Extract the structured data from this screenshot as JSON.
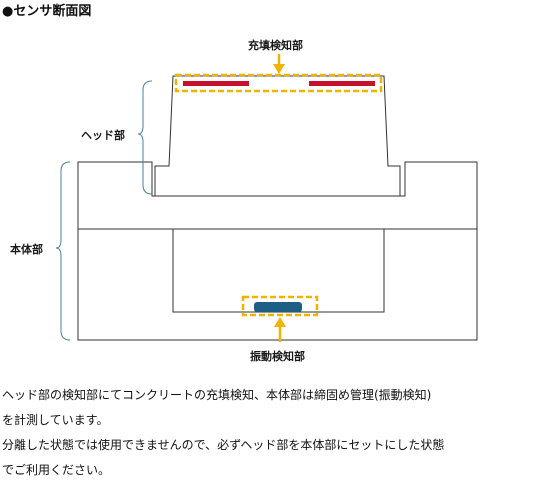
{
  "title": "●センサ断面図",
  "labels": {
    "fill_detection": "充填検知部",
    "head": "ヘッド部",
    "body": "本体部",
    "vibration_detection": "振動検知部"
  },
  "description": [
    "ヘッド部の検知部にてコンクリートの充填検知、本体部は締固め管理(振動検知)",
    "を計測しています。",
    "分離した状態では使用できませんので、必ずヘッド部を本体部にセットにした状態",
    "でご利用ください。"
  ],
  "colors": {
    "outline": "#333333",
    "bracket": "#4a7fa0",
    "highlight": "#f0b400",
    "sensor_red": "#c8102e",
    "sensor_blue": "#1f5f86"
  }
}
